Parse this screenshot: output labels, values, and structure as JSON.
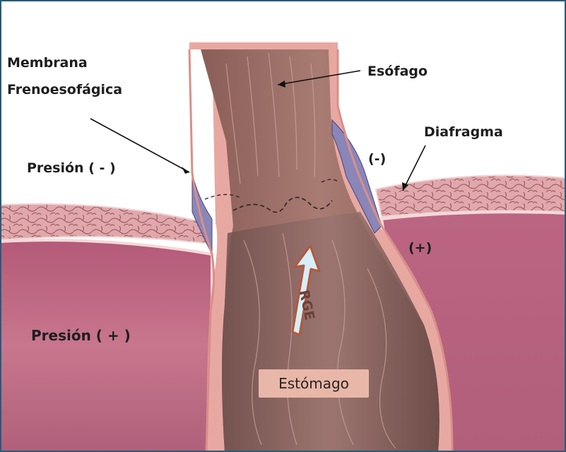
{
  "labels": {
    "membrana_line1": "Membrana",
    "membrana_line2": "Frenoesofágica",
    "esofago": "Esófago",
    "diafragma": "Diafragma",
    "presion_neg": "Presión ( - )",
    "neg_small": "(-)",
    "pos_small": "(+)",
    "presion_pos": "Presión ( + )",
    "estomago": "Estómago",
    "rge": "RGE"
  },
  "colors": {
    "frame": "#2a5a7a",
    "abdominal_wall": "#c06d86",
    "stomach_wall": "#e8a4a4",
    "esophagus_interior": "#9c7068",
    "stomach_interior": "#8c6460",
    "diaphragm_tissue": "#d99a9e",
    "membrane": "#8a86b8",
    "arrow_fill": "#d8eef8",
    "arrow_stroke": "#b05a3c",
    "label_box": "#e8b7a8"
  }
}
